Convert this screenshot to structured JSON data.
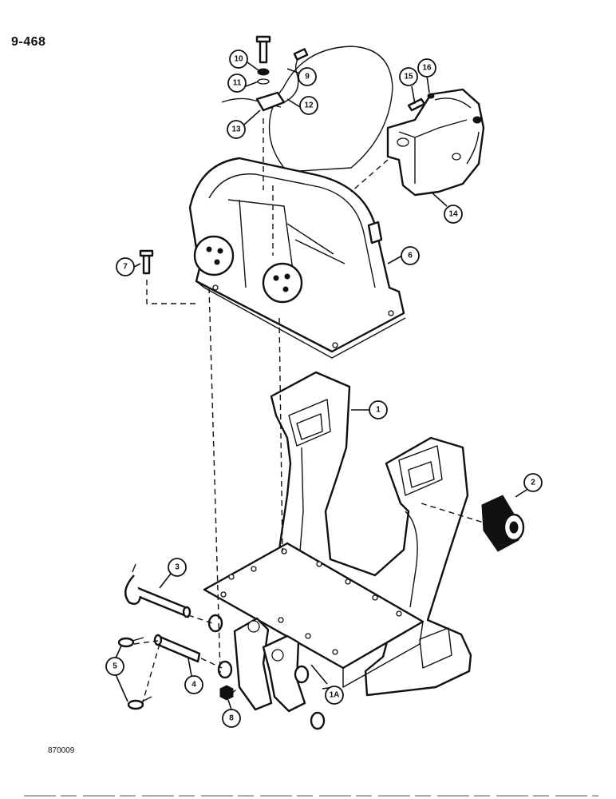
{
  "page": {
    "number": "9-468",
    "figure_id": "870009"
  },
  "callouts": [
    {
      "id": "c1",
      "label": "1"
    },
    {
      "id": "c2",
      "label": "2"
    },
    {
      "id": "c3",
      "label": "3"
    },
    {
      "id": "c4",
      "label": "4"
    },
    {
      "id": "c5",
      "label": "5"
    },
    {
      "id": "c6",
      "label": "6"
    },
    {
      "id": "c7",
      "label": "7"
    },
    {
      "id": "c8",
      "label": "8"
    },
    {
      "id": "c9",
      "label": "9"
    },
    {
      "id": "c10",
      "label": "10"
    },
    {
      "id": "c11",
      "label": "11"
    },
    {
      "id": "c12",
      "label": "12"
    },
    {
      "id": "c13",
      "label": "13"
    },
    {
      "id": "c14",
      "label": "14"
    },
    {
      "id": "c15",
      "label": "15"
    },
    {
      "id": "c16",
      "label": "16"
    },
    {
      "id": "c1a",
      "label": "1A"
    }
  ]
}
